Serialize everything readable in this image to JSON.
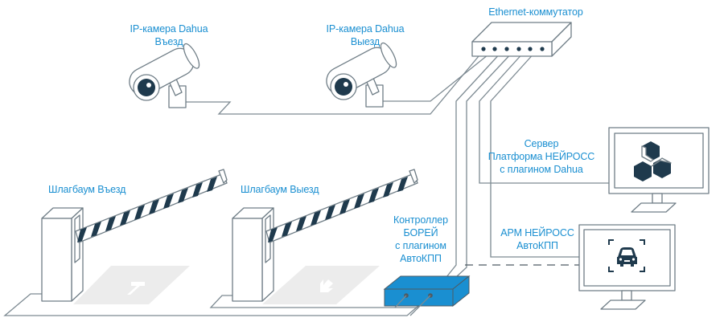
{
  "labels": {
    "camera_entry": [
      "IP-камера Dahua",
      "Въезд"
    ],
    "camera_exit": [
      "IP-камера Dahua",
      "Выезд"
    ],
    "switch": [
      "Ethernet-коммутатор"
    ],
    "server": [
      "Сервер",
      "Платформа НЕЙРОСС",
      "с плагином Dahua"
    ],
    "workstation": [
      "АРМ НЕЙРОСС",
      "АвтоКПП"
    ],
    "barrier_entry": [
      "Шлагбаум Въезд"
    ],
    "barrier_exit": [
      "Шлагбаум Выезд"
    ],
    "controller": [
      "Контроллер",
      "БОРЕЙ",
      "с плагином",
      "АвтоКПП"
    ]
  },
  "icons": {
    "camera": "cctv-camera-icon",
    "switch": "network-switch-icon",
    "server_logo": "cube-logo-icon",
    "workstation_logo": "car-recognition-icon",
    "barrier": "boom-barrier-icon",
    "controller": "controller-box-icon",
    "arrow_in": "arrow-up-icon",
    "arrow_out": "arrow-down-icon"
  },
  "colors": {
    "label": "#1a8fd1",
    "controller_fill": "#1a8fd1",
    "dark": "#1f3a4d",
    "line": "#7d8a92"
  }
}
